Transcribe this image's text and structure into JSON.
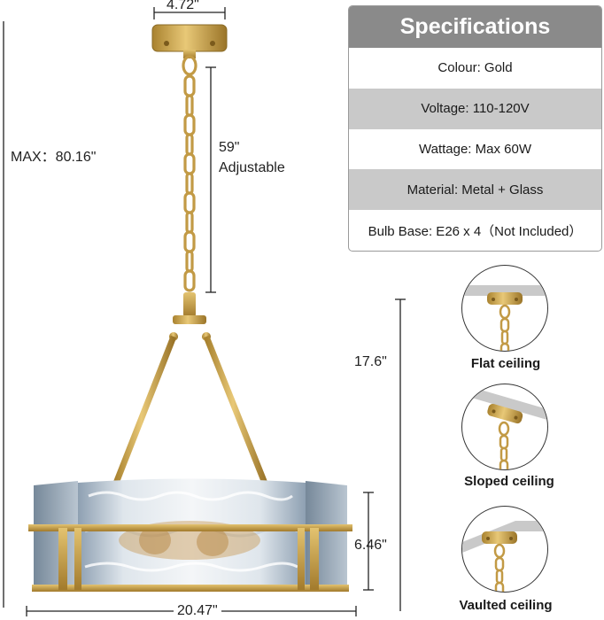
{
  "specifications": {
    "title": "Specifications",
    "rows": [
      "Colour: Gold",
      "Voltage: 110-120V",
      "Wattage: Max 60W",
      "Material: Metal + Glass",
      "Bulb Base: E26 x 4（Not Included）"
    ]
  },
  "dimensions": {
    "canopy_width": "4.72\"",
    "max_height": "MAX：80.16\"",
    "chain_length": "59\"",
    "chain_note": "Adjustable",
    "fixture_height": "17.6\"",
    "shade_height": "6.46\"",
    "fixture_width": "20.47\""
  },
  "ceiling_types": [
    {
      "label": "Flat ceiling",
      "icon": "flat-ceiling-icon"
    },
    {
      "label": "Sloped ceiling",
      "icon": "sloped-ceiling-icon"
    },
    {
      "label": "Vaulted ceiling",
      "icon": "vaulted-ceiling-icon"
    }
  ],
  "colors": {
    "header_bg": "#8a8a8a",
    "row_shade": "#c9c9c9",
    "gold": "#c9a24a"
  }
}
